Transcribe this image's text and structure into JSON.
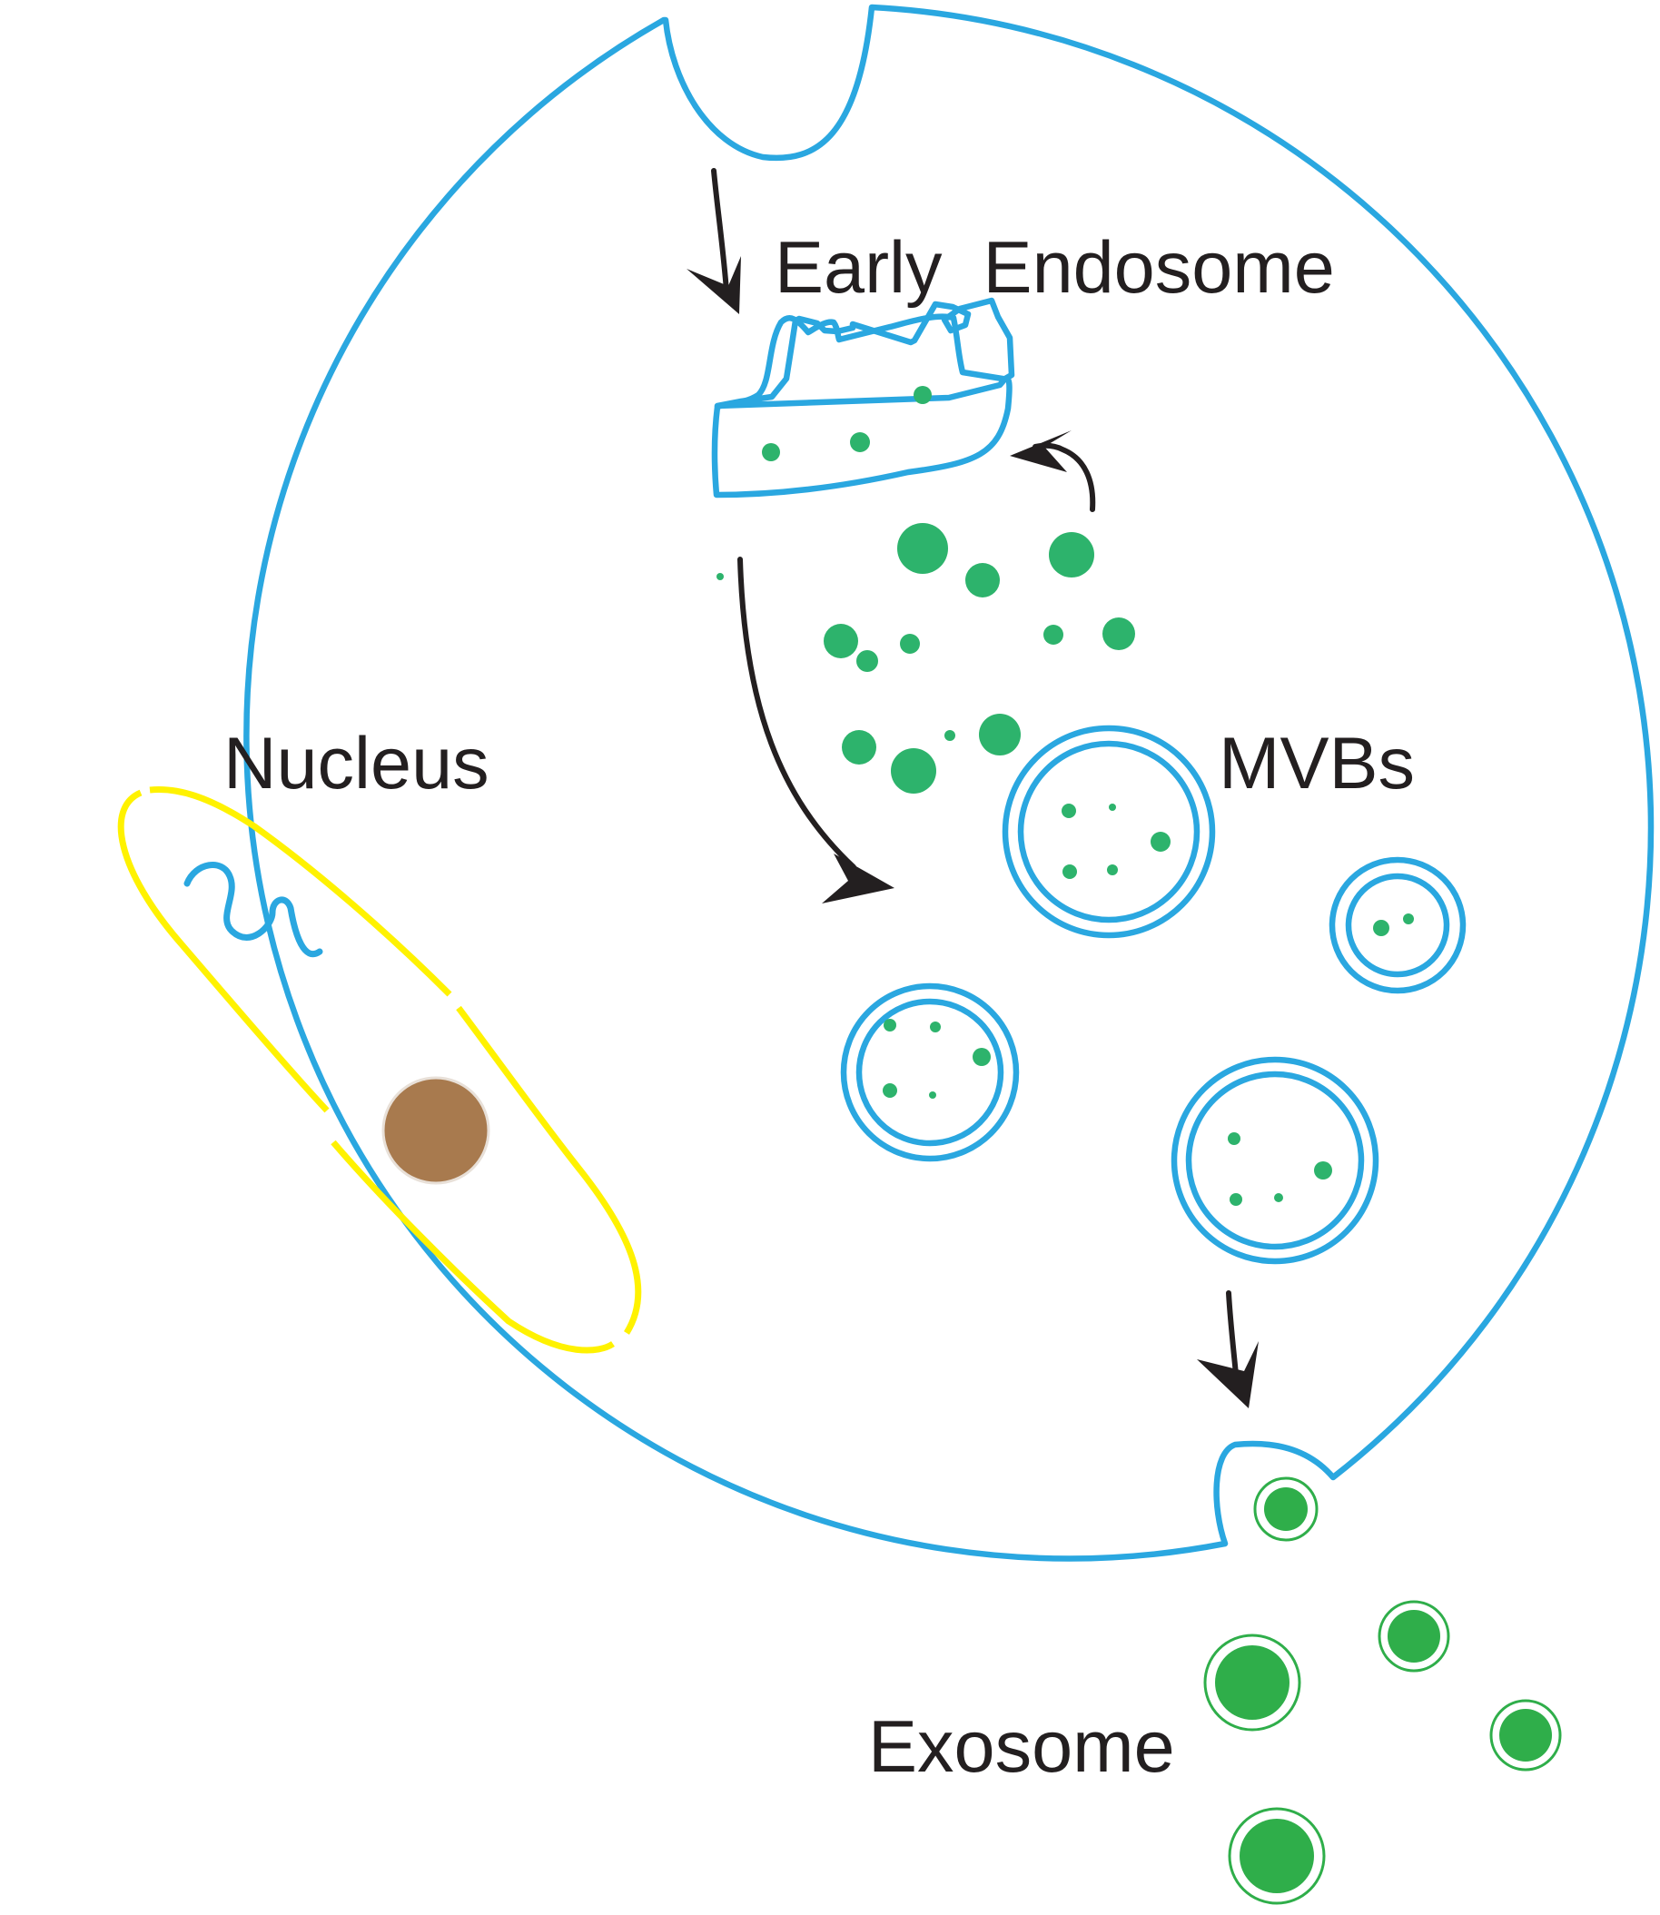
{
  "labels": {
    "early_endosome": "Early  Endosome",
    "nucleus": "Nucleus",
    "mvbs": "MVBs",
    "exosome": "Exosome"
  },
  "colors": {
    "membrane": "#2aa7e0",
    "cargo": "#2db36c",
    "exosome": "#2fae4a",
    "nuclear_envelope": "#fff200",
    "nucleolus": "#a87a4e",
    "arrow": "#231f20",
    "text": "#231f20"
  }
}
